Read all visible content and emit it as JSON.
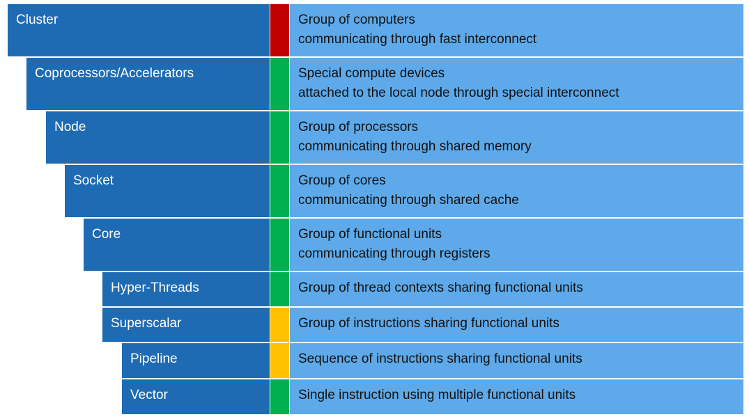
{
  "colors": {
    "label_fill": "#1f6bb3",
    "description_fill": "#5ea9e9",
    "indicator_red": "#c00000",
    "indicator_green": "#00b050",
    "indicator_yellow": "#ffc000"
  },
  "levels": [
    {
      "label": "Cluster",
      "indicator": "red",
      "description": [
        "Group of computers",
        "communicating through fast interconnect"
      ]
    },
    {
      "label": "Coprocessors/Accelerators",
      "indicator": "green",
      "description": [
        "Special compute devices",
        "attached to the local node through special interconnect"
      ]
    },
    {
      "label": "Node",
      "indicator": "green",
      "description": [
        "Group of processors",
        "communicating through shared memory"
      ]
    },
    {
      "label": "Socket",
      "indicator": "green",
      "description": [
        "Group of cores",
        "communicating through shared cache"
      ]
    },
    {
      "label": "Core",
      "indicator": "green",
      "description": [
        "Group of functional units",
        "communicating through registers"
      ]
    },
    {
      "label": "Hyper-Threads",
      "indicator": "green",
      "description": [
        "Group of thread contexts sharing functional units"
      ]
    },
    {
      "label": "Superscalar",
      "indicator": "yellow",
      "description": [
        "Group of instructions sharing functional units"
      ]
    },
    {
      "label": "Pipeline",
      "indicator": "yellow",
      "description": [
        "Sequence of instructions sharing functional units"
      ]
    },
    {
      "label": "Vector",
      "indicator": "green",
      "description": [
        "Single instruction using multiple functional units"
      ]
    }
  ]
}
